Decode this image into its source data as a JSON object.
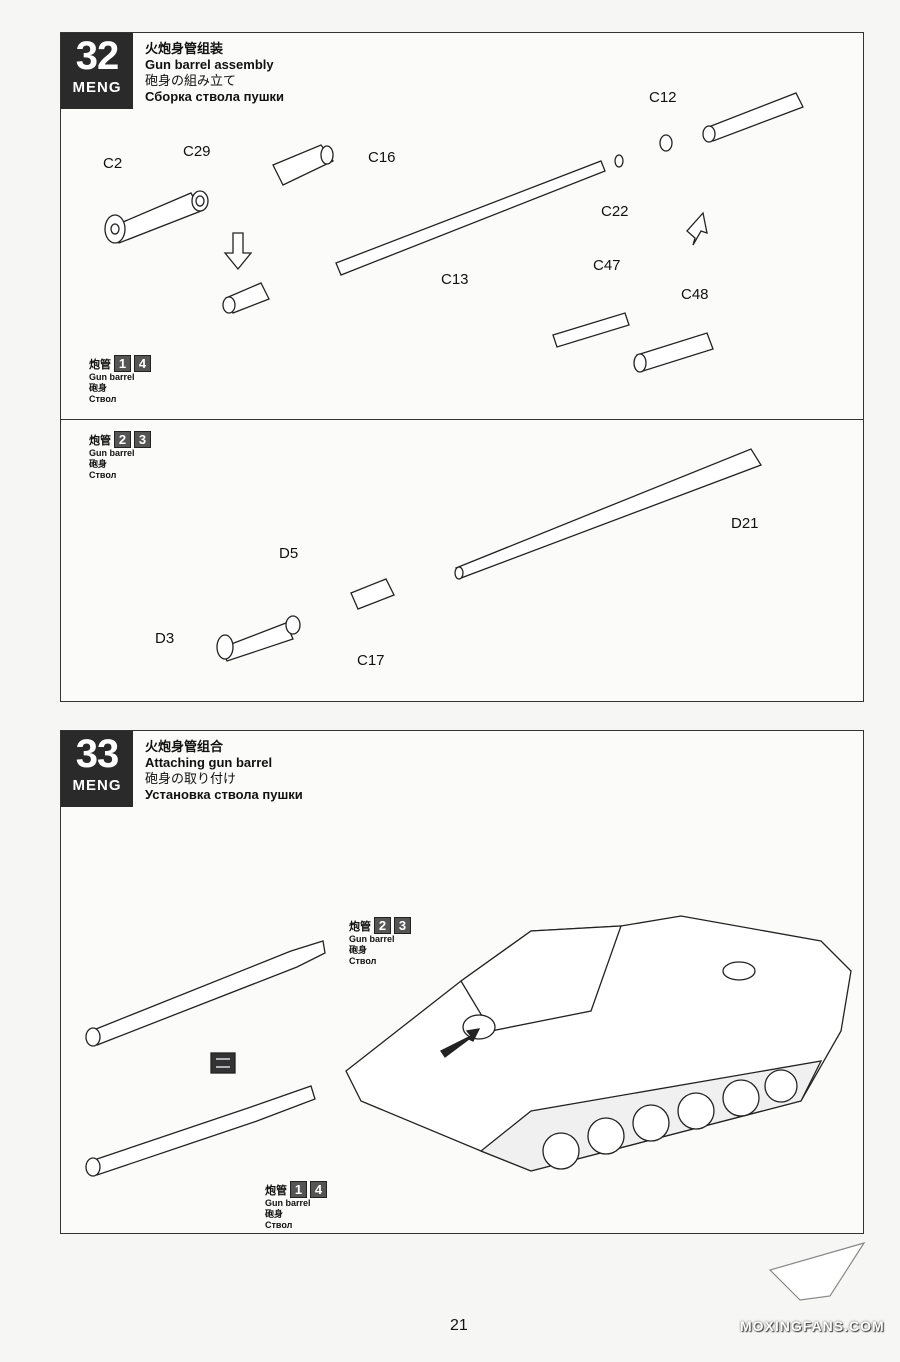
{
  "step32": {
    "number": "32",
    "brand": "MENG",
    "title_zh": "火炮身管组装",
    "title_en": "Gun barrel assembly",
    "title_ja": "砲身の組み立て",
    "title_ru": "Сборка ствола пушки",
    "variant_a": {
      "label_zh": "炮管",
      "badges": [
        "1",
        "4"
      ],
      "label_en": "Gun barrel",
      "label_ja": "砲身",
      "label_ru": "Ствол"
    },
    "variant_b": {
      "label_zh": "炮管",
      "badges": [
        "2",
        "3"
      ],
      "label_en": "Gun barrel",
      "label_ja": "砲身",
      "label_ru": "Ствол"
    },
    "parts_a": [
      "C2",
      "C29",
      "C16",
      "C12",
      "C22",
      "C13",
      "C47",
      "C48"
    ],
    "parts_b": [
      "D21",
      "D5",
      "D3",
      "C17"
    ]
  },
  "step33": {
    "number": "33",
    "brand": "MENG",
    "title_zh": "火炮身管组合",
    "title_en": "Attaching gun barrel",
    "title_ja": "砲身の取り付け",
    "title_ru": "Установка ствола пушки",
    "variant_b": {
      "label_zh": "炮管",
      "badges": [
        "2",
        "3"
      ],
      "label_en": "Gun barrel",
      "label_ja": "砲身",
      "label_ru": "Ствол"
    },
    "variant_a": {
      "label_zh": "炮管",
      "badges": [
        "1",
        "4"
      ],
      "label_en": "Gun barrel",
      "label_ja": "砲身",
      "label_ru": "Ствол"
    }
  },
  "page_number": "21",
  "watermark": "MOXINGFANS.COM"
}
